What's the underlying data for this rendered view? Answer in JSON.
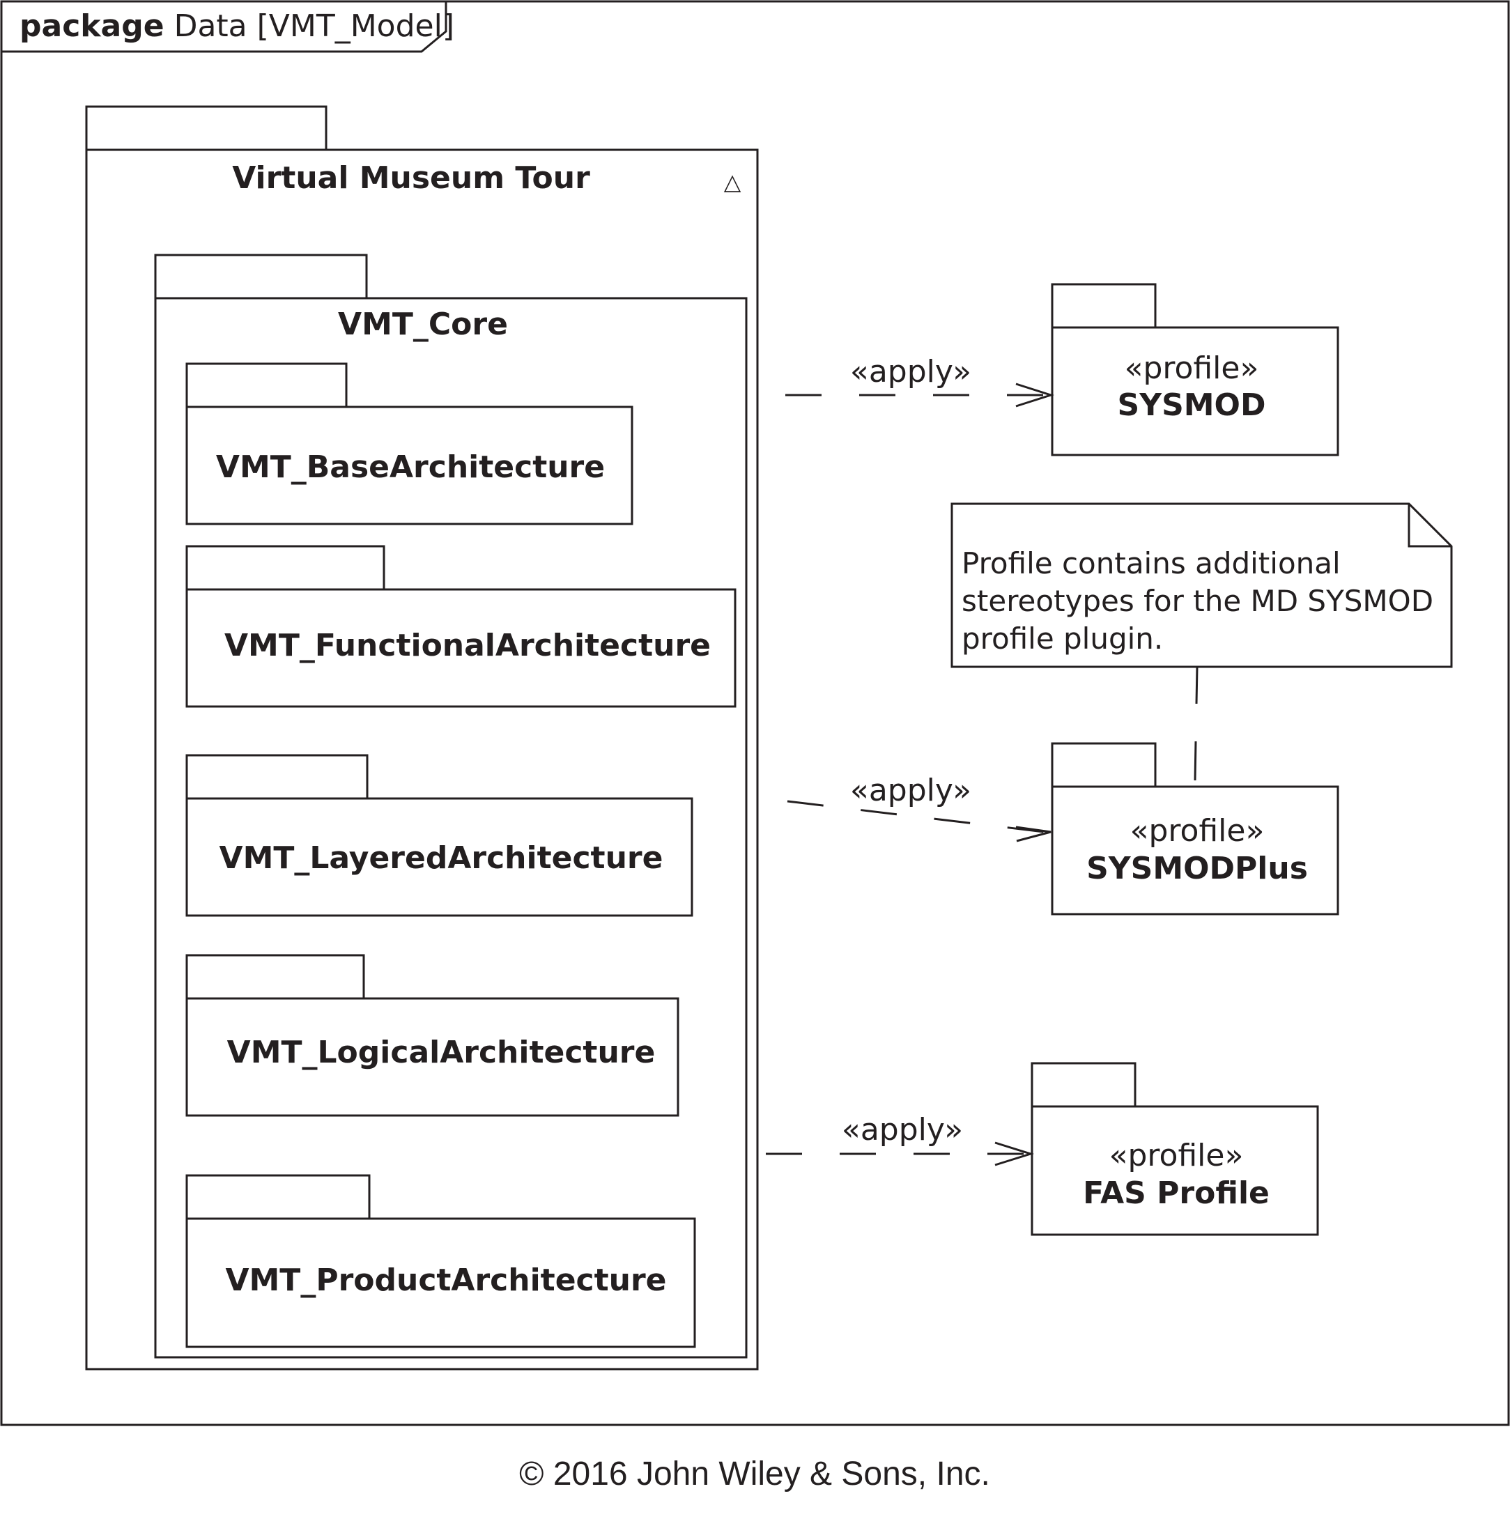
{
  "frame": {
    "keyword": "package",
    "name": "Data [VMT_Model]"
  },
  "outer_package": {
    "name": "Virtual Museum Tour",
    "marker": "△"
  },
  "core_package": {
    "name": "VMT_Core",
    "subpackages": [
      "VMT_BaseArchitecture",
      "VMT_FunctionalArchitecture",
      "VMT_LayeredArchitecture",
      "VMT_LogicalArchitecture",
      "VMT_ProductArchitecture"
    ]
  },
  "profiles": [
    {
      "stereotype": "«profile»",
      "name": "SYSMOD"
    },
    {
      "stereotype": "«profile»",
      "name": "SYSMODPlus"
    },
    {
      "stereotype": "«profile»",
      "name": "FAS Profile"
    }
  ],
  "dependencies": [
    {
      "label": "«apply»",
      "target": "SYSMOD"
    },
    {
      "label": "«apply»",
      "target": "SYSMODPlus"
    },
    {
      "label": "«apply»",
      "target": "FAS Profile"
    }
  ],
  "note": {
    "lines": [
      "Profile contains additional",
      "stereotypes for the MD SYSMOD",
      "profile plugin."
    ]
  },
  "copyright": "© 2016 John Wiley & Sons, Inc."
}
